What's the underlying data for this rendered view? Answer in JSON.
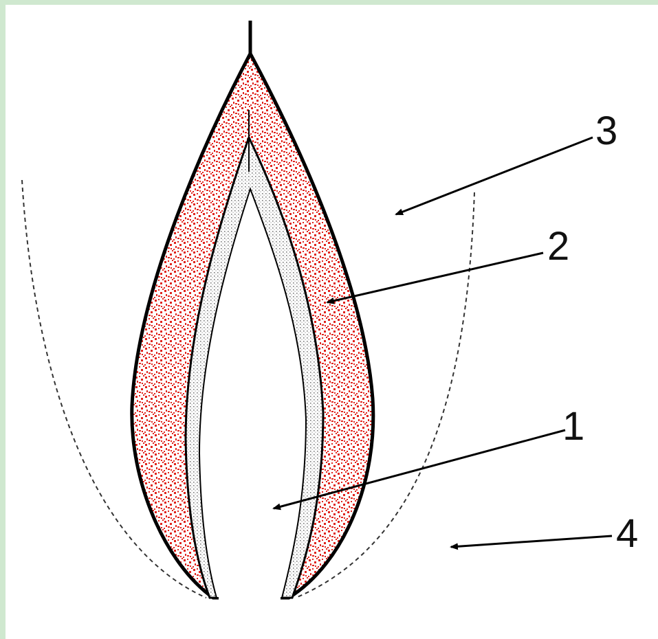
{
  "diagram": {
    "labels": {
      "one": "1",
      "two": "2",
      "three": "3",
      "four": "4"
    },
    "colors": {
      "background": "#ffffff",
      "frame": "#cfe8cf",
      "outline": "#000000",
      "red_zone": "#e0231c",
      "grey_zone": "#8a8a8a",
      "dashed_line": "#333333"
    }
  }
}
